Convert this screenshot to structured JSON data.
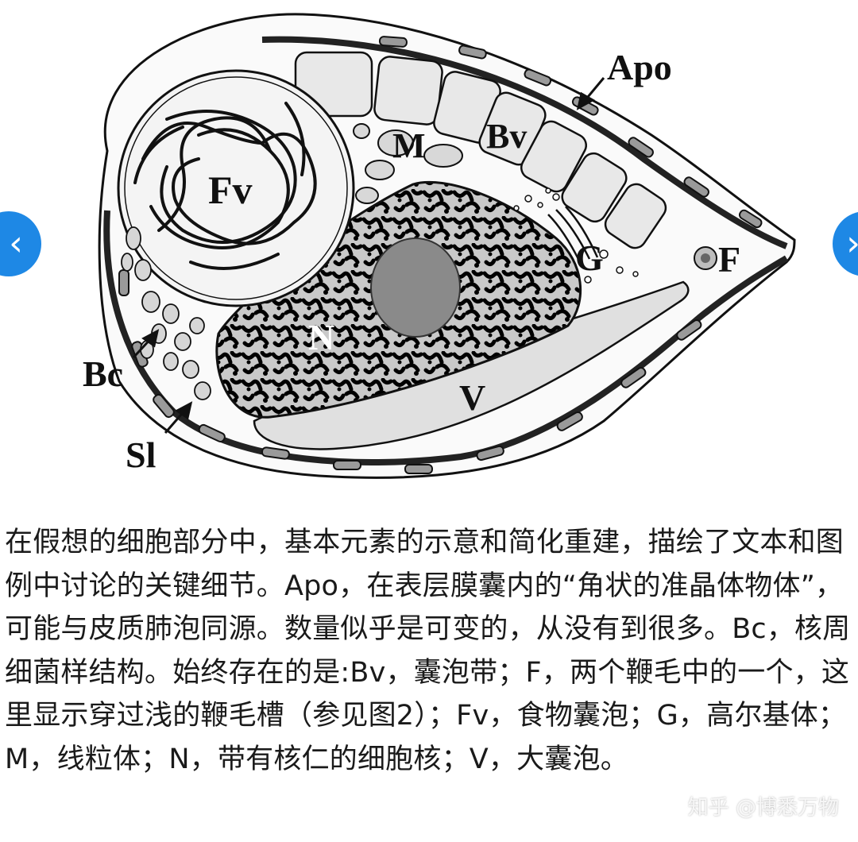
{
  "figure": {
    "labels": {
      "apo": "Apo",
      "bv": "Bv",
      "m": "M",
      "fv": "Fv",
      "g": "G",
      "f": "F",
      "n": "N",
      "v": "V",
      "bc": "Bc",
      "sl": "Sl"
    }
  },
  "navigation": {
    "prev_glyph": "‹",
    "next_glyph": "›",
    "accent_color": "#1e88e5"
  },
  "caption": {
    "text": "在假想的细胞部分中，基本元素的示意和简化重建，描绘了文本和图例中讨论的关键细节。Apo，在表层膜囊内的“角状的准晶体物体”，可能与皮质肺泡同源。数量似乎是可变的，从没有到很多。Bc，核周细菌样结构。始终存在的是:Bv，囊泡带；F，两个鞭毛中的一个，这里显示穿过浅的鞭毛槽（参见图2）；Fv，食物囊泡；G，高尔基体；M，线粒体；N，带有核仁的细胞核；V，大囊泡。"
  },
  "watermark": {
    "text": "知乎 @博悉万物"
  }
}
